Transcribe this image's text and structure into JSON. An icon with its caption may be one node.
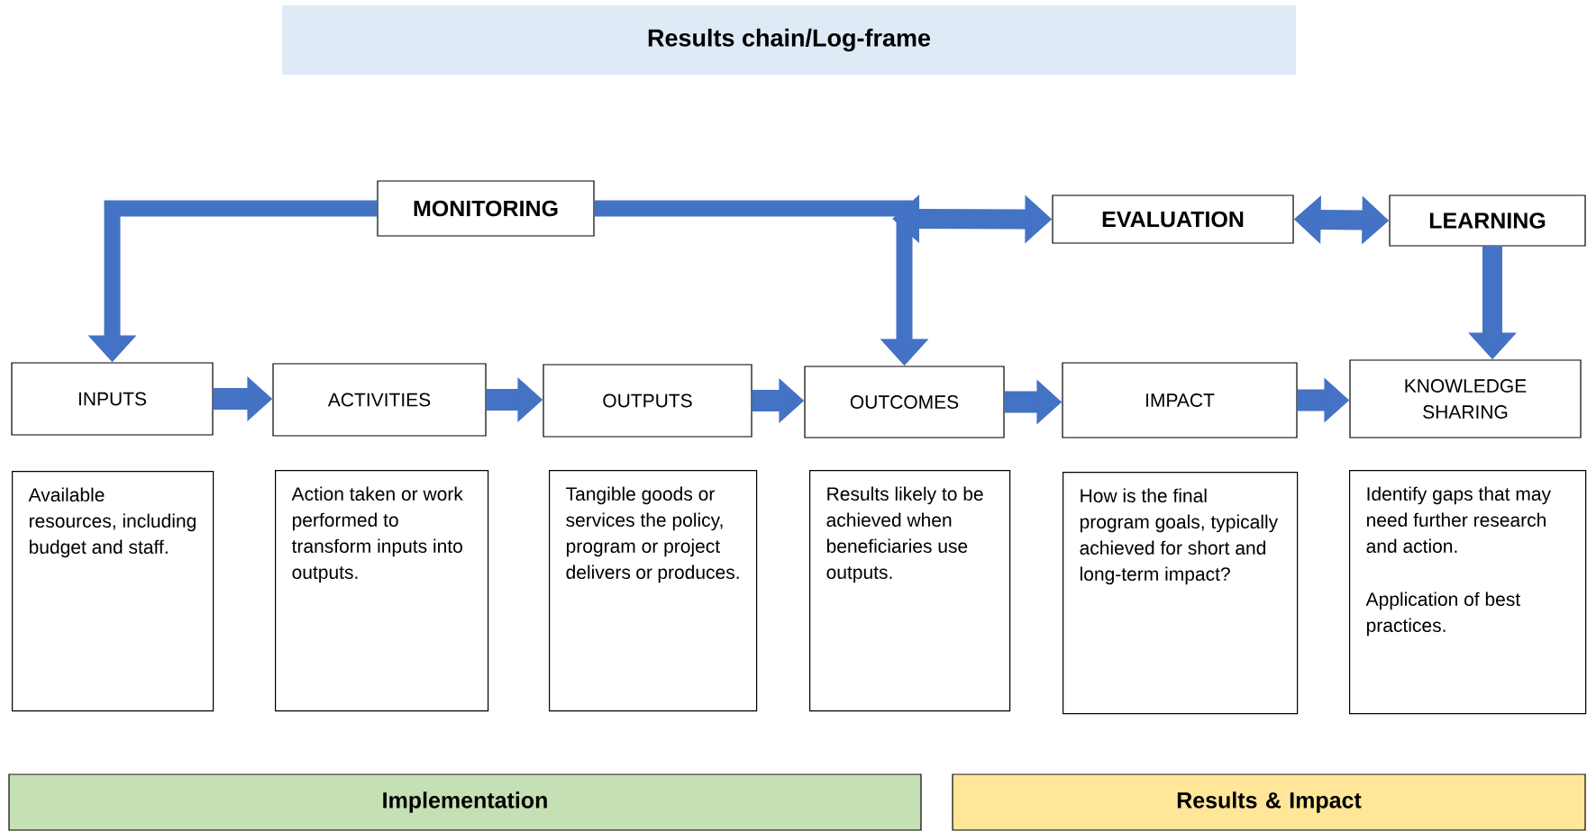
{
  "diagram": {
    "title": "Results chain/Log-frame",
    "nodes": [
      {
        "text": [
          "MONITORING"
        ]
      },
      {
        "text": [
          "EVALUATION"
        ]
      },
      {
        "text": [
          "LEARNING"
        ]
      },
      {
        "text": [
          "INPUTS"
        ]
      },
      {
        "text": [
          "ACTIVITIES"
        ]
      },
      {
        "text": [
          "OUTPUTS"
        ]
      },
      {
        "text": [
          "OUTCOMES"
        ]
      },
      {
        "text": [
          "IMPACT"
        ]
      },
      {
        "text": [
          "KNOWLEDGE SHARING"
        ]
      },
      {
        "text": [
          "Available resources, including budget and staff."
        ]
      },
      {
        "text": [
          "Action taken or work performed to transform inputs into outputs."
        ]
      },
      {
        "text": [
          "Tangible goods or services the policy, program or project delivers or produces."
        ]
      },
      {
        "text": [
          "Results likely to be achieved when beneficiaries use outputs."
        ]
      },
      {
        "text": [
          "How is the final program goals, typically achieved for short and long-term impact?"
        ]
      },
      {
        "text": [
          "Identify gaps that may need further research and action.",
          "Application of best practices."
        ]
      },
      {
        "text": [
          "Implementation"
        ]
      },
      {
        "text": [
          "Results & Impact"
        ]
      }
    ],
    "edges": [
      {
        "from": 0,
        "to": 3,
        "arrow": "to"
      },
      {
        "from": 0,
        "to": 6,
        "arrow": "to"
      },
      {
        "from": null,
        "to": 1,
        "arrow": "both"
      },
      {
        "from": 1,
        "to": 2,
        "arrow": "both"
      },
      {
        "from": 2,
        "to": 8,
        "arrow": "to"
      },
      {
        "from": 3,
        "to": 4,
        "arrow": "to"
      },
      {
        "from": 4,
        "to": 5,
        "arrow": "to"
      },
      {
        "from": 5,
        "to": 6,
        "arrow": "to"
      },
      {
        "from": 6,
        "to": 7,
        "arrow": "to"
      },
      {
        "from": 7,
        "to": 8,
        "arrow": "to"
      }
    ]
  }
}
